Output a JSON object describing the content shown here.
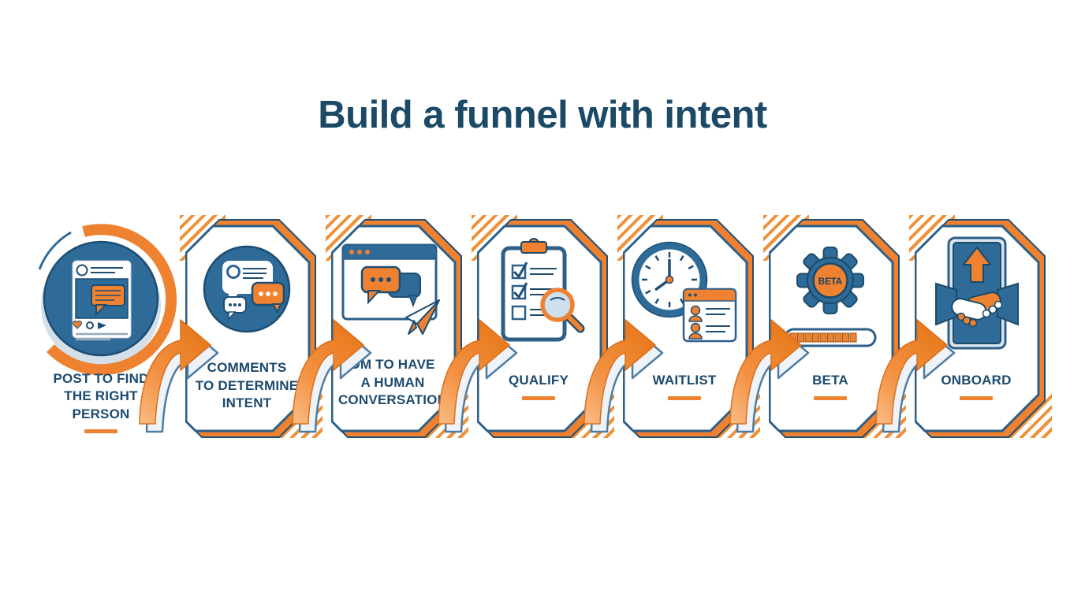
{
  "title": "Build a funnel with intent",
  "colors": {
    "orange": "#EE8230",
    "orange_light": "#F9B87E",
    "blue": "#2E6B99",
    "navy": "#1C4A68",
    "label_text": "#1B4A6E",
    "card_border": "#2D5F88",
    "shadow_blue": "#D3DFE9",
    "stripe_orange": "#EF9138"
  },
  "steps": [
    {
      "id": "post",
      "label": "POST TO FIND\nTHE RIGHT\nPERSON",
      "icon": "social-post-icon",
      "underline": true
    },
    {
      "id": "comments",
      "label": "COMMENTS\nTO DETERMINE\nINTENT",
      "icon": "comment-bubbles-icon",
      "underline": false
    },
    {
      "id": "dm",
      "label": "DM TO HAVE\nA HUMAN\nCONVERSATION",
      "icon": "dm-chat-window-icon",
      "underline": true
    },
    {
      "id": "qualify",
      "label": "QUALIFY",
      "icon": "checklist-magnifier-icon",
      "underline": true
    },
    {
      "id": "waitlist",
      "label": "WAITLIST",
      "icon": "clock-roster-icon",
      "underline": true
    },
    {
      "id": "beta",
      "label": "BETA",
      "icon": "beta-gear-progress-icon",
      "underline": true,
      "gear_text": "BETA"
    },
    {
      "id": "onboard",
      "label": "ONBOARD",
      "icon": "handshake-upgrade-icon",
      "underline": true
    }
  ],
  "arrows": {
    "count": 6,
    "style": "curved-swoosh",
    "direction": "right"
  }
}
